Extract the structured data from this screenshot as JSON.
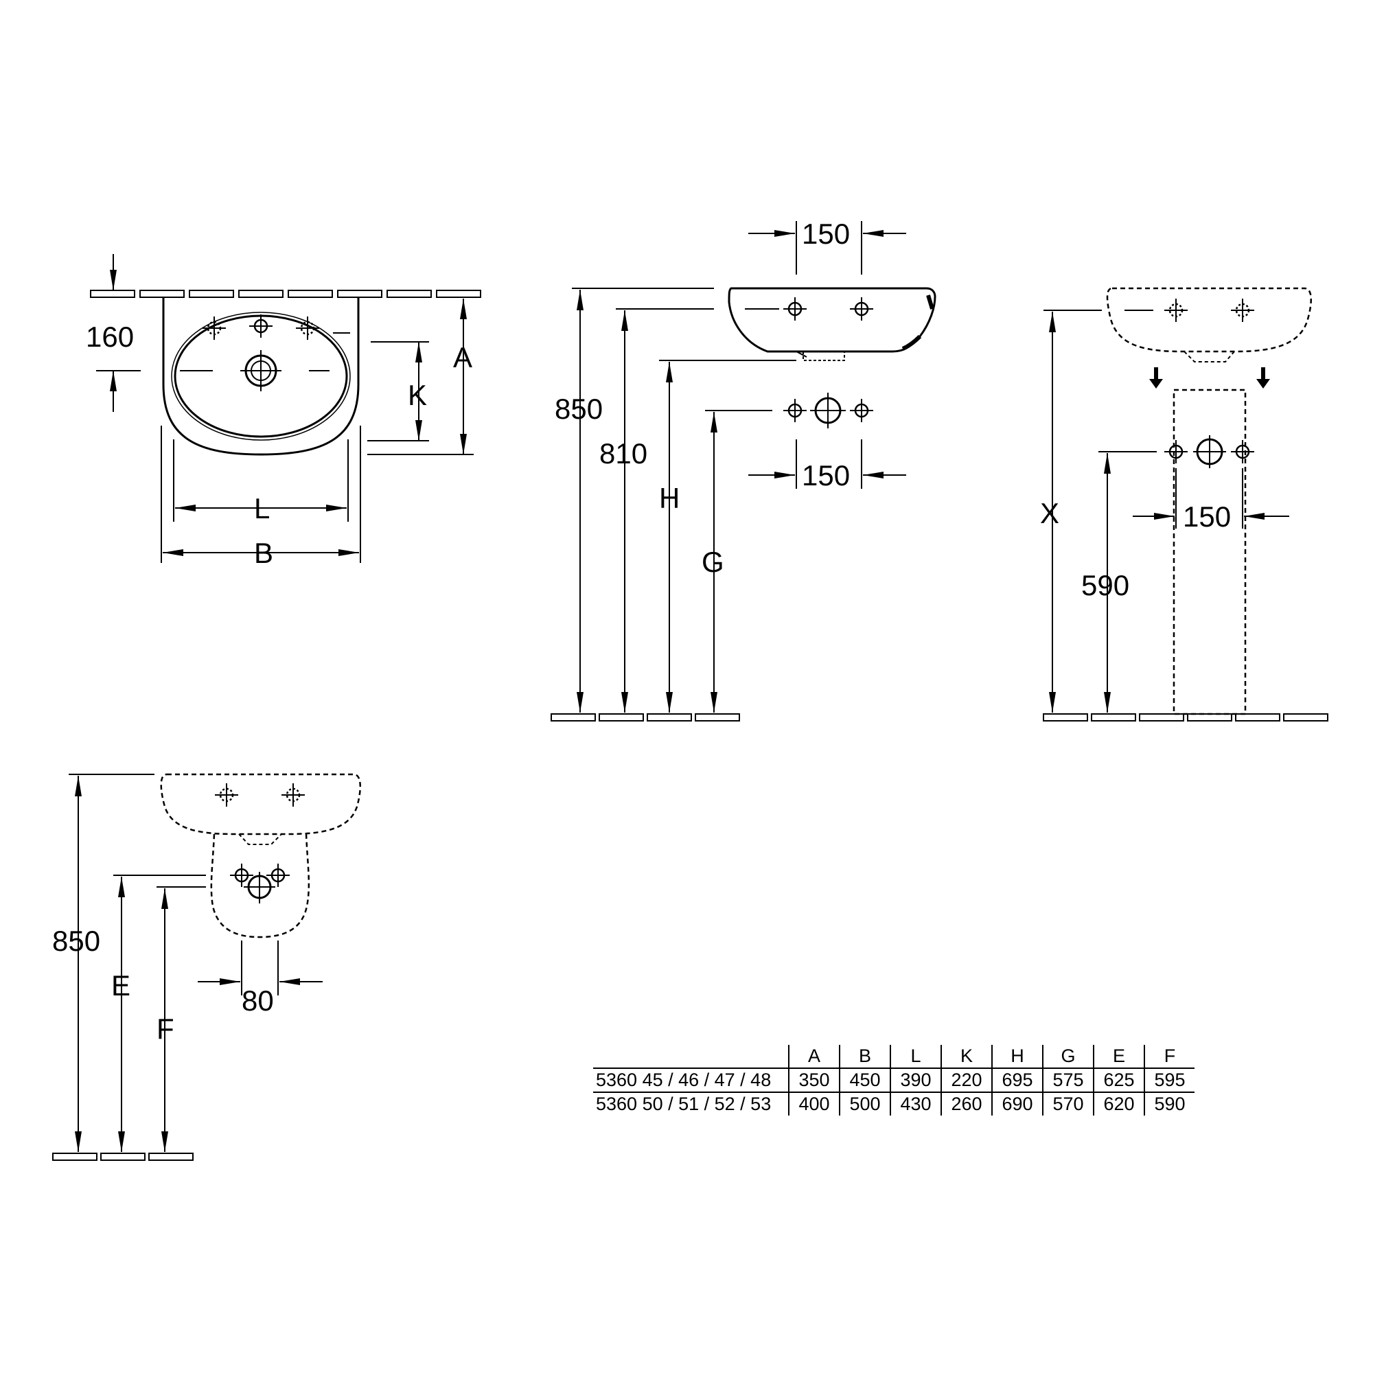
{
  "top_view": {
    "depth_dim": "160",
    "width_overall": "B",
    "width_basin": "L",
    "projection": "A",
    "bowl_depth": "K"
  },
  "side_view": {
    "tap_spacing_top": "150",
    "tap_spacing_bottom": "150",
    "rim_height": "850",
    "inner_height": "810",
    "overflow_height": "H",
    "waste_height": "G"
  },
  "pedestal_view": {
    "total_height": "X",
    "waste_height": "590",
    "tap_spacing": "150"
  },
  "semi_pedestal_view": {
    "rim_height": "850",
    "height_e": "E",
    "height_f": "F",
    "spacing": "80"
  },
  "spec_table": {
    "columns": [
      "A",
      "B",
      "L",
      "K",
      "H",
      "G",
      "E",
      "F"
    ],
    "rows": [
      {
        "model": "5360 45 / 46 / 47 / 48",
        "values": [
          "350",
          "450",
          "390",
          "220",
          "695",
          "575",
          "625",
          "595"
        ]
      },
      {
        "model": "5360 50 / 51 / 52 / 53",
        "values": [
          "400",
          "500",
          "430",
          "260",
          "690",
          "570",
          "620",
          "590"
        ]
      }
    ]
  }
}
